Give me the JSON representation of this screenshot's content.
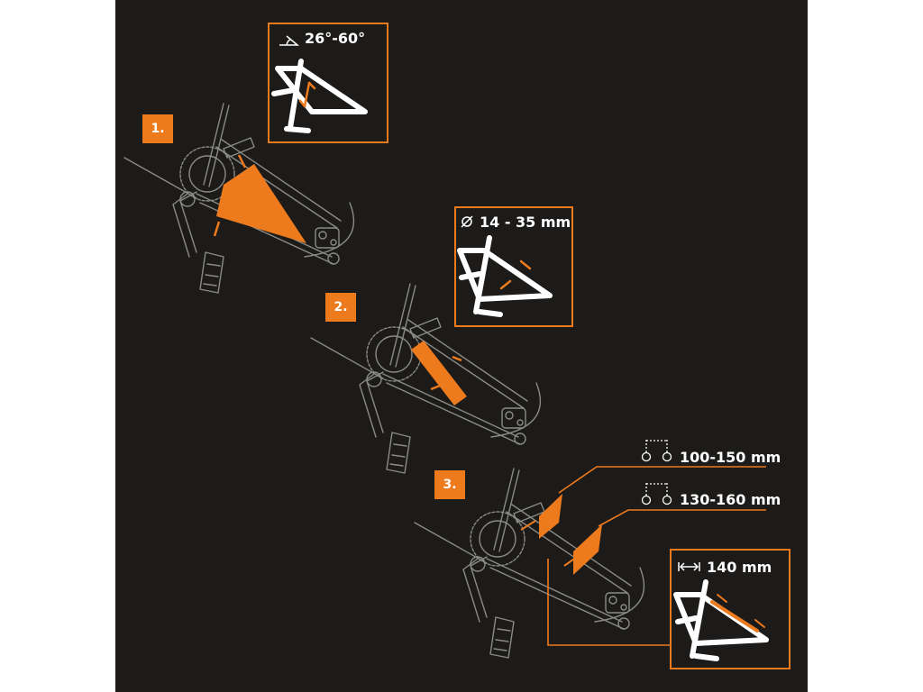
{
  "colors": {
    "accent": "#ee7a1e",
    "background": "#1c1b19",
    "line": "#ffffff",
    "bike": "#8a8a86"
  },
  "steps": [
    {
      "number": "1.",
      "spec_icon": "angle-icon",
      "spec": "26°-60°"
    },
    {
      "number": "2.",
      "spec_icon": "diameter-icon",
      "spec": "14 - 35 mm"
    },
    {
      "number": "3.",
      "spec_icon": "spacing-icon",
      "specs": [
        "100-150 mm",
        "130-160 mm"
      ],
      "detail_icon": "length-icon",
      "detail": "140 mm"
    }
  ]
}
